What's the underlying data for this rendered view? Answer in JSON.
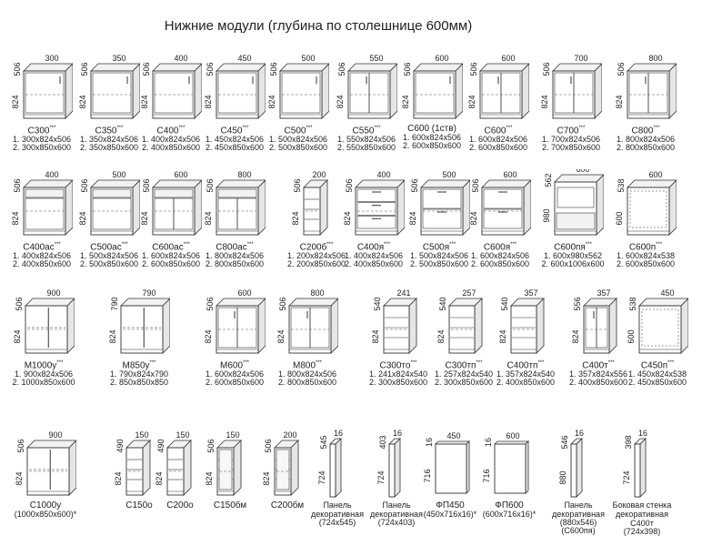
{
  "title": "Нижние модули (глубина по столешнице 600мм)",
  "colors": {
    "stroke": "#333333",
    "fill": "#ffffff",
    "shade": "#f2f2f2",
    "dark": "#555555"
  },
  "rows": [
    [
      {
        "name": "С300",
        "star": "***",
        "w": "300",
        "d": "506",
        "h": "824",
        "kind": "door1",
        "s1": "1. 300х824х506",
        "s2": "2. 300х850х600"
      },
      {
        "name": "С350",
        "star": "***",
        "w": "350",
        "d": "506",
        "h": "824",
        "kind": "door1",
        "s1": "1. 350х824х506",
        "s2": "2. 350х850х600"
      },
      {
        "name": "С400",
        "star": "***",
        "w": "400",
        "d": "506",
        "h": "824",
        "kind": "door1",
        "s1": "1. 400х824х506",
        "s2": "2. 400х850х600"
      },
      {
        "name": "С450",
        "star": "***",
        "w": "450",
        "d": "506",
        "h": "824",
        "kind": "door1",
        "s1": "1. 450х824х506",
        "s2": "2. 450х850х600"
      },
      {
        "name": "С500",
        "star": "***",
        "w": "500",
        "d": "506",
        "h": "824",
        "kind": "door1",
        "s1": "1. 500х824х506",
        "s2": "2. 500х850х600"
      },
      {
        "name": "С550",
        "star": "***",
        "w": "550",
        "d": "506",
        "h": "824",
        "kind": "door2",
        "s1": "1. 550х824х506",
        "s2": "2. 550х850х600"
      },
      {
        "name": "С600 (1ств)",
        "star": "",
        "w": "600",
        "d": "506",
        "h": "824",
        "kind": "door1",
        "s1": "1. 600х824х506",
        "s2": "2. 600х850х600"
      },
      {
        "name": "С600",
        "star": "***",
        "w": "600",
        "d": "506",
        "h": "824",
        "kind": "door2",
        "s1": "1. 600х824х506",
        "s2": "2. 600х850х600"
      },
      {
        "name": "С700",
        "star": "***",
        "w": "700",
        "d": "506",
        "h": "824",
        "kind": "door2",
        "s1": "1. 700х824х506",
        "s2": "2. 700х850х600"
      },
      {
        "name": "С800",
        "star": "***",
        "w": "800",
        "d": "506",
        "h": "824",
        "kind": "door2",
        "s1": "1. 800х824х506",
        "s2": "2. 800х850х600"
      }
    ],
    [
      {
        "name": "С400ас",
        "star": "***",
        "w": "400",
        "d": "506",
        "h": "824",
        "kind": "drawer-door",
        "s1": "1. 400х824х506",
        "s2": "2. 400х850х600"
      },
      {
        "name": "С500ас",
        "star": "***",
        "w": "500",
        "d": "506",
        "h": "824",
        "kind": "drawer-door",
        "s1": "1. 500х824х506",
        "s2": "2. 500х850х600"
      },
      {
        "name": "С600ас",
        "star": "***",
        "w": "600",
        "d": "506",
        "h": "824",
        "kind": "drawer-door2",
        "s1": "1. 600х824х506",
        "s2": "2. 600х850х600"
      },
      {
        "name": "С800ас",
        "star": "***",
        "w": "800",
        "d": "506",
        "h": "824",
        "kind": "drawer-door2",
        "s1": "1. 800х824х506",
        "s2": "2. 800х850х600"
      },
      {
        "name": "С200б",
        "star": "***",
        "w": "200",
        "d": "506",
        "h": "824",
        "kind": "bottle",
        "s1": "1. 200х824х506",
        "s2": "2. 200х850х600"
      },
      {
        "name": "С400я",
        "star": "***",
        "w": "400",
        "d": "506",
        "h": "824",
        "kind": "drawers3",
        "s1": "1. 400х824х506",
        "s2": "2. 400х850х600"
      },
      {
        "name": "С500я",
        "star": "***",
        "w": "500",
        "d": "506",
        "h": "824",
        "kind": "drawers2",
        "s1": "1. 500х824х506",
        "s2": "2. 500х850х600"
      },
      {
        "name": "С600я",
        "star": "***",
        "w": "600",
        "d": "506",
        "h": "824",
        "kind": "drawers2",
        "s1": "1. 600х824х506",
        "s2": "2. 600х850х600"
      },
      {
        "name": "С600пя",
        "star": "***",
        "w": "600",
        "d": "562",
        "h": "980",
        "kind": "oven",
        "s1": "1. 600х980х562",
        "s2": "2. 600х1006х600"
      },
      {
        "name": "С600п",
        "star": "***",
        "w": "600",
        "d": "538",
        "h": "600",
        "kind": "open",
        "s1": "1. 600х824х538",
        "s2": "2. 600х850х600"
      }
    ],
    [
      {
        "name": "М1000у",
        "star": "***",
        "w": "900",
        "d": "506",
        "h": "824",
        "kind": "corner-straight",
        "s1": "1. 900х824х506",
        "s2": "2. 1000х850х600"
      },
      {
        "name": "М850у",
        "star": "***",
        "w": "790",
        "d": "790",
        "h": "824",
        "kind": "corner-angle",
        "s1": "1. 790х824х790",
        "s2": "2. 850х850х850"
      },
      {
        "name": "М600",
        "star": "***",
        "w": "600",
        "d": "506",
        "h": "824",
        "kind": "door2",
        "s1": "1. 600х824х506",
        "s2": "2. 600х850х600"
      },
      {
        "name": "М800",
        "star": "***",
        "w": "800",
        "d": "506",
        "h": "824",
        "kind": "door2",
        "s1": "1. 800х824х506",
        "s2": "2. 800х850х600"
      },
      {
        "name": "С300то",
        "star": "***",
        "w": "241",
        "d": "540",
        "h": "824",
        "kind": "end-open",
        "s1": "1. 241х824х540",
        "s2": "2. 300х850х600"
      },
      {
        "name": "С300тп",
        "star": "***",
        "w": "257",
        "d": "540",
        "h": "824",
        "kind": "end-shelf",
        "s1": "1. 257х824х540",
        "s2": "2. 300х850х600"
      },
      {
        "name": "С400тп",
        "star": "***",
        "w": "357",
        "d": "540",
        "h": "824",
        "kind": "end-shelf",
        "s1": "1. 357х824х540",
        "s2": "2. 400х850х600"
      },
      {
        "name": "С400т",
        "star": "***",
        "w": "357",
        "d": "556",
        "h": "824",
        "kind": "end-door",
        "s1": "1. 357х824х556",
        "s2": "2. 400х850х600"
      },
      {
        "name": "С450п",
        "star": "***",
        "w": "450",
        "d": "538",
        "h": "600",
        "kind": "open",
        "s1": "1. 450х824х538",
        "s2": "2. 450х850х600"
      }
    ],
    [
      {
        "name": "С1000у",
        "star": "",
        "w": "900",
        "d": "506",
        "h": "824",
        "kind": "corner-straight",
        "s1": "(1000х850х600)*",
        "s2": ""
      },
      {
        "name": "С150о",
        "star": "",
        "w": "150",
        "d": "490",
        "h": "824",
        "kind": "narrow-open",
        "s1": "",
        "s2": ""
      },
      {
        "name": "С200о",
        "star": "",
        "w": "150",
        "d": "490",
        "h": "824",
        "kind": "narrow-open",
        "s1": "",
        "s2": ""
      },
      {
        "name": "С150бм",
        "star": "",
        "w": "150",
        "d": "506",
        "h": "824",
        "kind": "narrow-closed",
        "s1": "",
        "s2": ""
      },
      {
        "name": "С200бм",
        "star": "",
        "w": "200",
        "d": "506",
        "h": "824",
        "kind": "narrow-closed",
        "s1": "",
        "s2": ""
      },
      {
        "name": "Панель декоративная",
        "star": "",
        "w": "16",
        "d": "545",
        "h": "724",
        "kind": "panel",
        "s1": "(724х545)",
        "s2": ""
      },
      {
        "name": "Панель декоративная",
        "star": "",
        "w": "16",
        "d": "403",
        "h": "724",
        "kind": "panel",
        "s1": "(724х403)",
        "s2": ""
      },
      {
        "name": "ФП450",
        "star": "",
        "w": "450",
        "d": "16",
        "h": "716",
        "kind": "front",
        "s1": "(450х716х16)*",
        "s2": ""
      },
      {
        "name": "ФП600",
        "star": "",
        "w": "600",
        "d": "16",
        "h": "716",
        "kind": "front",
        "s1": "(600х716х16)*",
        "s2": ""
      },
      {
        "name": "Панель декоративная",
        "star": "",
        "w": "16",
        "d": "546",
        "h": "880",
        "kind": "panel",
        "s1": "(880х546)",
        "s2": "(С600пя)"
      },
      {
        "name": "Боковая стенка декоративная С400т",
        "star": "",
        "w": "16",
        "d": "398",
        "h": "724",
        "kind": "panel",
        "s1": "(724х398)",
        "s2": ""
      }
    ]
  ]
}
